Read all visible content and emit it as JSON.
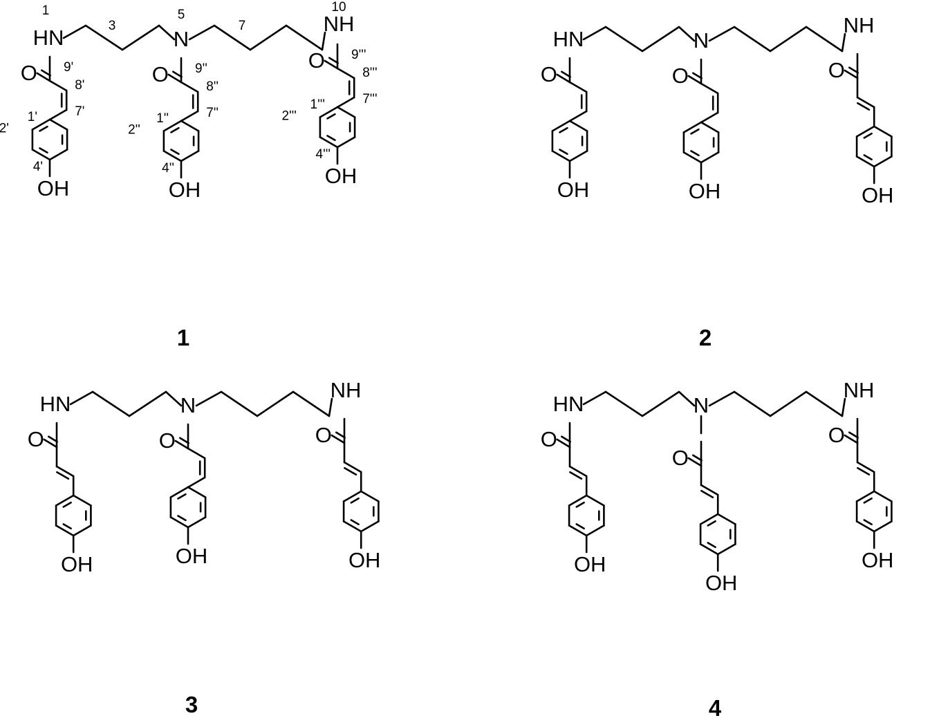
{
  "compounds": [
    {
      "id": "1",
      "numbered": true,
      "labels": {
        "hn": "HN",
        "n": "N",
        "nh": "NH",
        "o1": "O",
        "o2": "O",
        "o3": "O",
        "oh1": "OH",
        "oh2": "OH",
        "oh3": "OH"
      },
      "positions": {
        "p1": "1",
        "p3": "3",
        "p5": "5",
        "p7": "7",
        "p10": "10",
        "c9a": "9'",
        "c8a": "8'",
        "c7a": "7'",
        "c1a": "1'",
        "c2a": "2'",
        "c4a": "4'",
        "c9b": "9''",
        "c8b": "8''",
        "c7b": "7''",
        "c1b": "1''",
        "c2b": "2''",
        "c4b": "4''",
        "c9c": "9'''",
        "c8c": "8'''",
        "c7c": "7'''",
        "c1c": "1'''",
        "c2c": "2'''",
        "c4c": "4'''"
      },
      "olefins": [
        "cis",
        "cis",
        "cis"
      ]
    },
    {
      "id": "2",
      "numbered": false,
      "labels": {
        "hn": "HN",
        "n": "N",
        "nh": "NH",
        "o1": "O",
        "o2": "O",
        "o3": "O",
        "oh1": "OH",
        "oh2": "OH",
        "oh3": "OH"
      },
      "olefins": [
        "cis",
        "cis",
        "trans"
      ]
    },
    {
      "id": "3",
      "numbered": false,
      "labels": {
        "hn": "HN",
        "n": "N",
        "nh": "NH",
        "o1": "O",
        "o2": "O",
        "o3": "O",
        "oh1": "OH",
        "oh2": "OH",
        "oh3": "OH"
      },
      "olefins": [
        "trans",
        "cis",
        "trans"
      ]
    },
    {
      "id": "4",
      "numbered": false,
      "labels": {
        "hn": "HN",
        "n": "N",
        "nh": "NH",
        "o1": "O",
        "o2": "O",
        "o3": "O",
        "oh1": "OH",
        "oh2": "OH",
        "oh3": "OH"
      },
      "olefins": [
        "trans",
        "trans",
        "trans"
      ]
    }
  ]
}
